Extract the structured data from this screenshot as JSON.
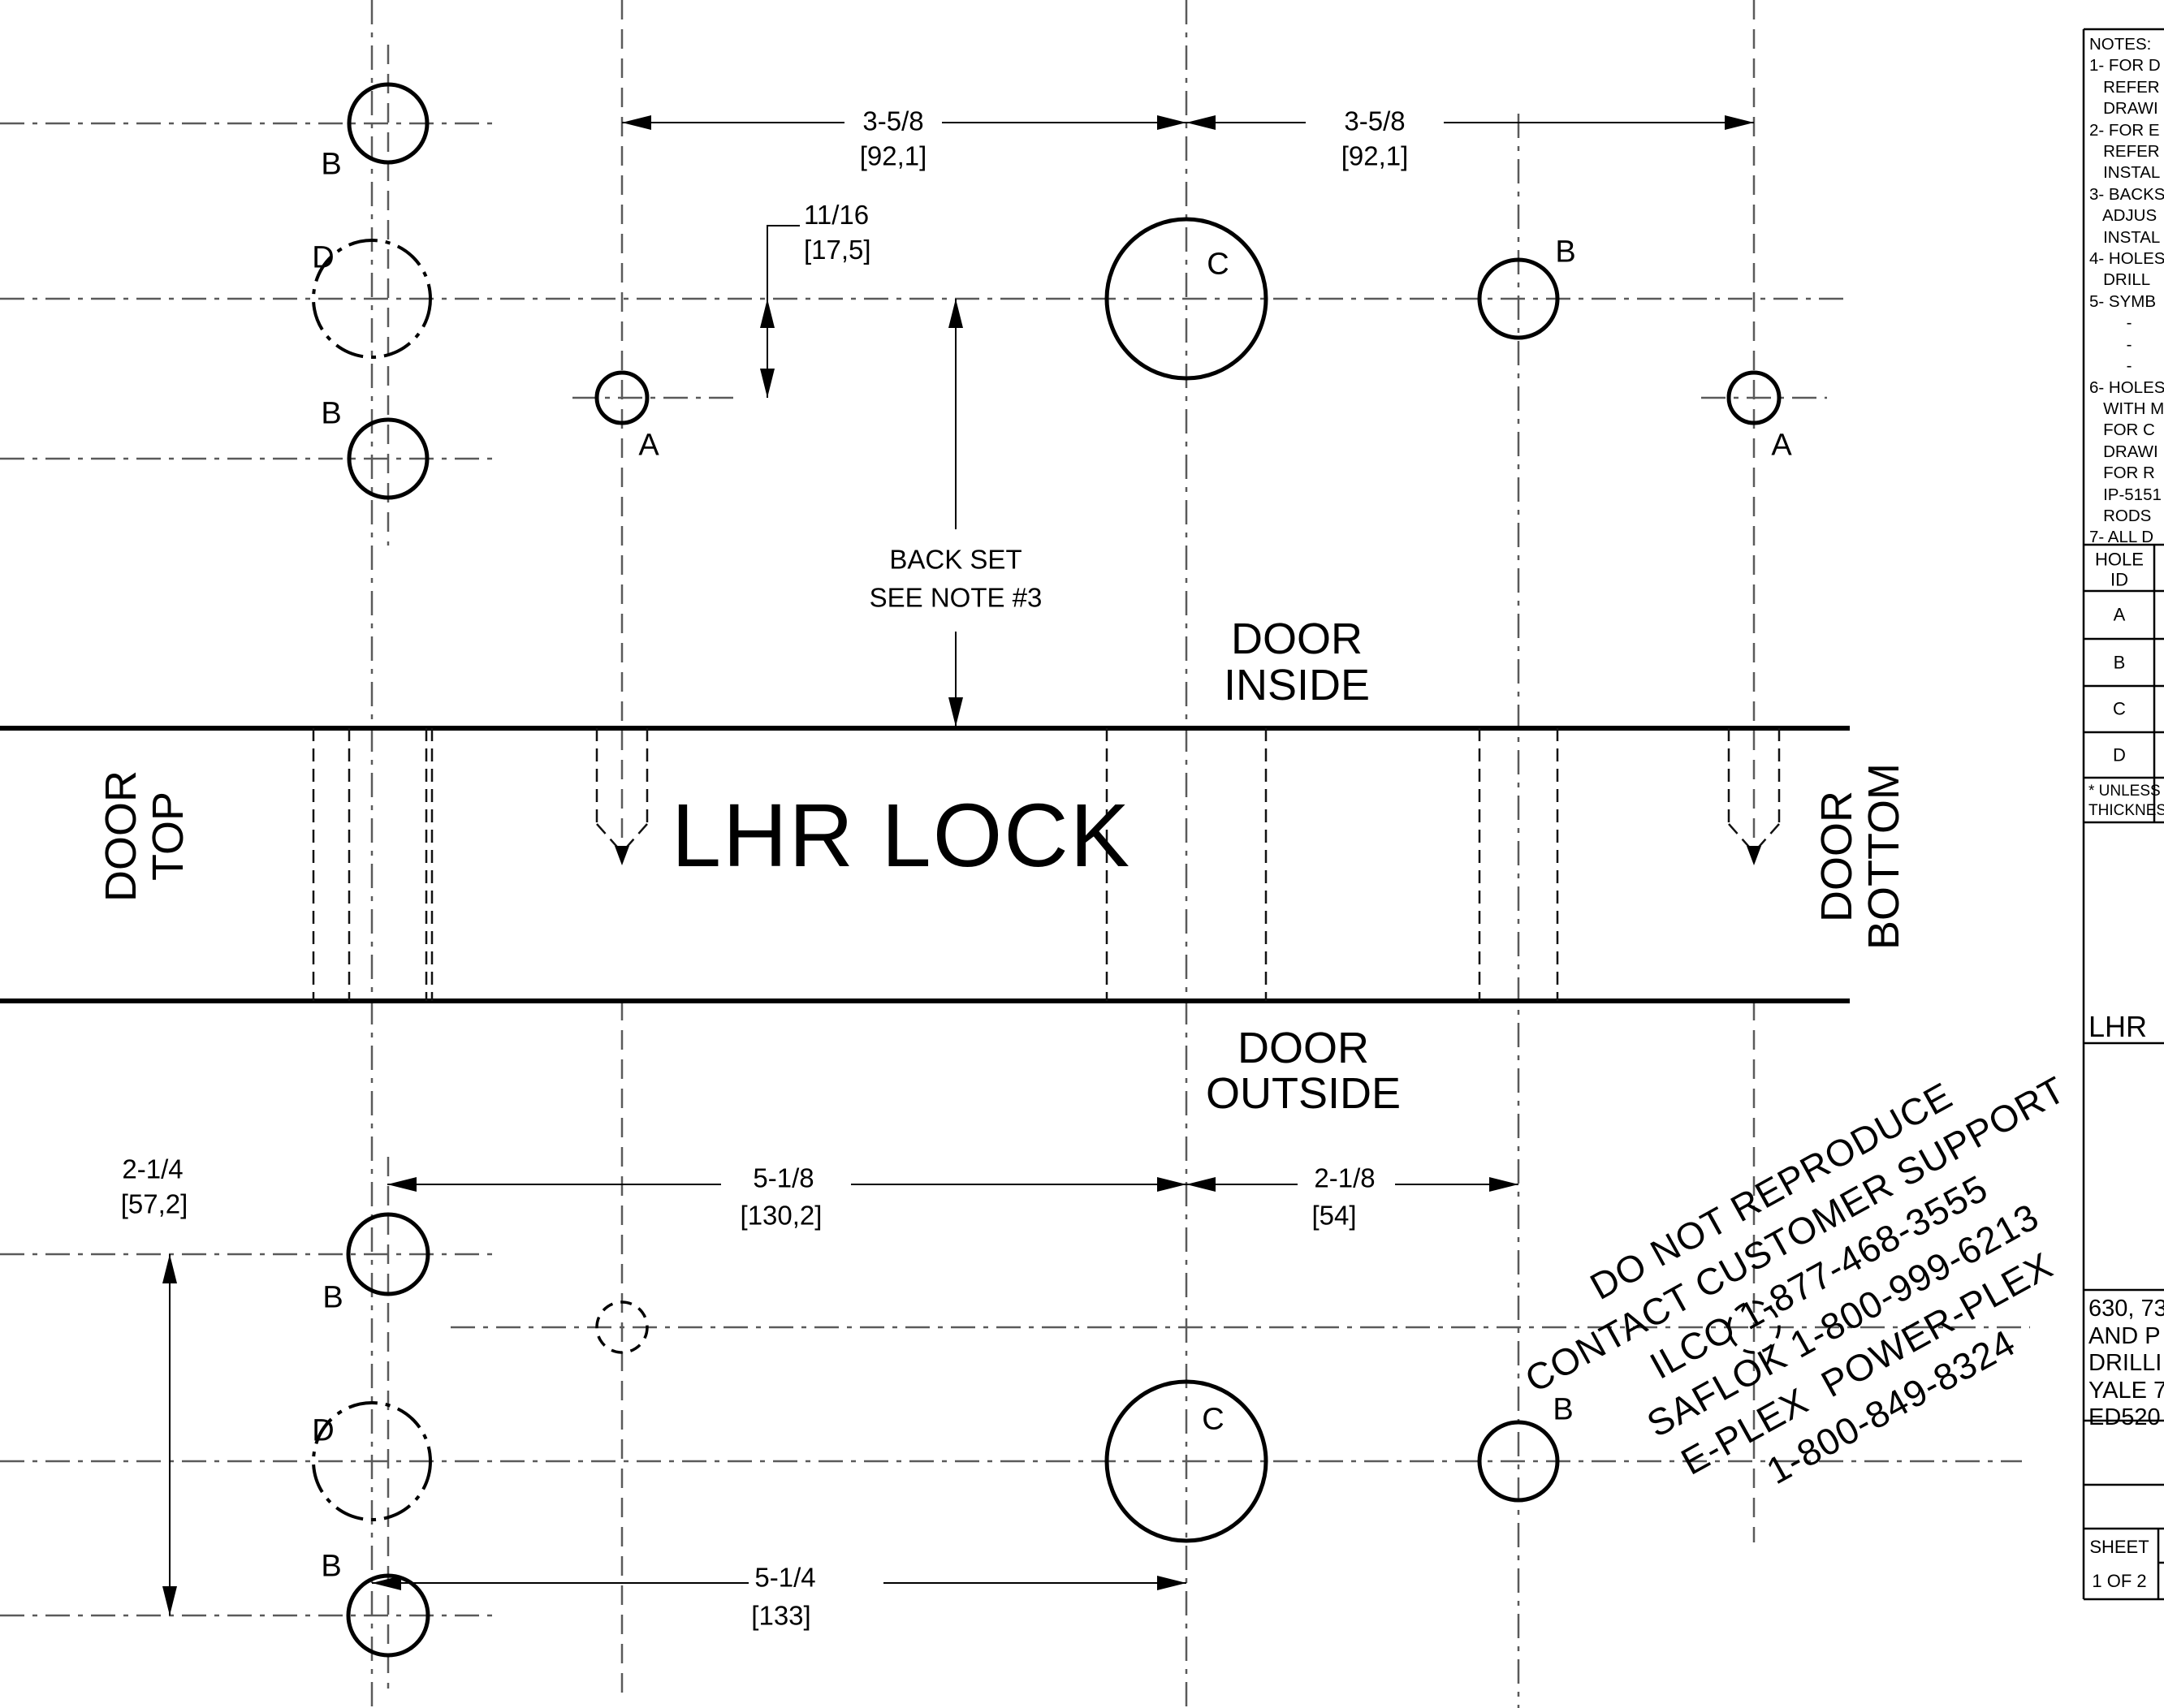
{
  "drawing": {
    "lock_title": "LHR LOCK",
    "door_inside": {
      "line1": "DOOR",
      "line2": "INSIDE"
    },
    "door_outside": {
      "line1": "DOOR",
      "line2": "OUTSIDE"
    },
    "door_top": {
      "line1": "DOOR",
      "line2": "TOP"
    },
    "door_bottom": {
      "line1": "DOOR",
      "line2": "BOTTOM"
    },
    "backset_note": {
      "line1": "BACK SET",
      "line2": "SEE NOTE #3"
    }
  },
  "dimensions": {
    "a_to_c_top": {
      "value": "3-5/8",
      "mm": "[92,1]"
    },
    "c_to_a_top": {
      "value": "3-5/8",
      "mm": "[92,1]"
    },
    "a_offset": {
      "value": "11/16",
      "mm": "[17,5]"
    },
    "b_to_c_bottom": {
      "value": "5-1/8",
      "mm": "[130,2]"
    },
    "c_to_b_bottom": {
      "value": "2-1/8",
      "mm": "[54]"
    },
    "d_to_c_bottom": {
      "value": "5-1/4",
      "mm": "[133]"
    },
    "b_to_b_vertical": {
      "value": "2-1/4",
      "mm": "[57,2]"
    }
  },
  "hole_labels": {
    "a": "A",
    "b": "B",
    "c": "C",
    "d": "D"
  },
  "notes_panel": {
    "text": "NOTES:\n1- FOR D\n   REFER\n   DRAWI\n2- FOR E\n   REFER\n   INSTAL\n3- BACKS\n   ADJUS\n   INSTAL\n4- HOLES\n   DRILL\n5- SYMB\n        -\n        -\n        -\n6- HOLES\n   WITH M\n   FOR C\n   DRAWI\n   FOR R\n   IP-5151\n   RODS\n7- ALL D"
  },
  "hole_table": {
    "header_line1": "HOLE",
    "header_line2": "ID",
    "rows": [
      "A",
      "B",
      "C",
      "D"
    ],
    "footnote": "* UNLESS\nTHICKNES"
  },
  "title_block": {
    "hand": "LHR",
    "description": "630, 73\nAND P\nDRILLI\nYALE 7\nED520",
    "sheet_label": "SHEET",
    "sheet_value": "1 OF 2"
  },
  "watermark": {
    "text": "DO NOT REPRODUCE\nCONTACT CUSTOMER SUPPORT\nILCO 1-877-468-3555\nSAFLOK 1-800-999-6213\nE-PLEX  POWER-PLEX\n1-800-849-8324"
  }
}
